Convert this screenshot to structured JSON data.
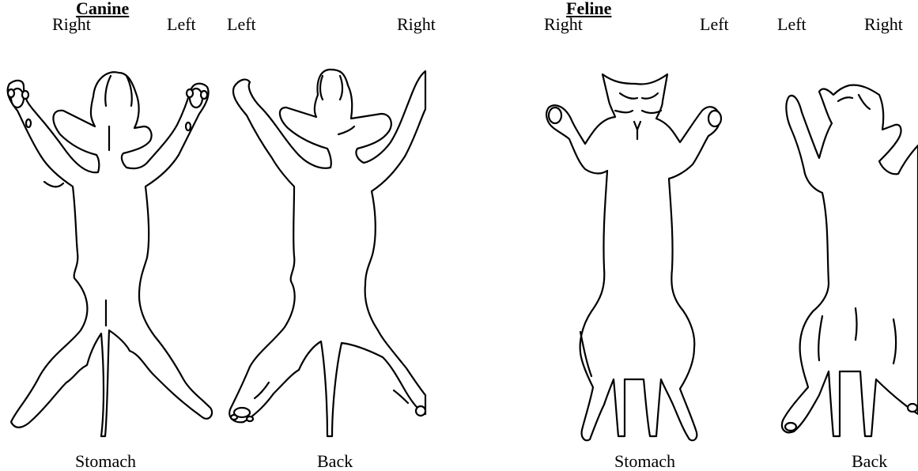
{
  "canine": {
    "title": "Canine",
    "stomach": {
      "right": "Right",
      "left": "Left",
      "caption": "Stomach"
    },
    "back": {
      "left": "Left",
      "right": "Right",
      "caption": "Back"
    }
  },
  "feline": {
    "title": "Feline",
    "stomach": {
      "right": "Right",
      "left": "Left",
      "caption": "Stomach"
    },
    "back": {
      "left": "Left",
      "right": "Right",
      "caption": "Back"
    }
  }
}
